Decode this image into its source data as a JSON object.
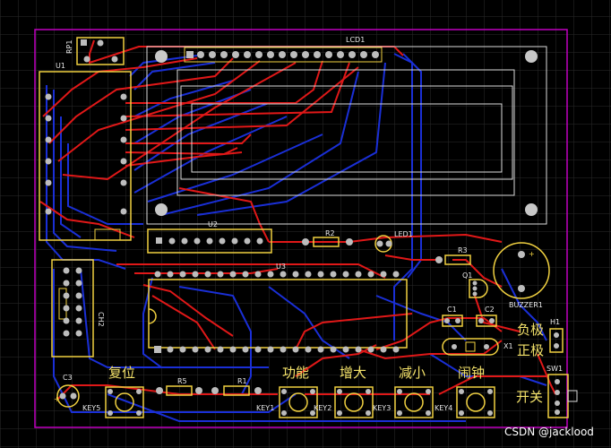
{
  "board": {
    "colors": {
      "background": "#000000",
      "grid": "#2b2b2b",
      "outline": "#c000c0",
      "top_trace": "#e01818",
      "bottom_trace": "#1a2fd6",
      "silkscreen": "#f0d040",
      "pad": "#bdbdbd",
      "lcd_outline": "#dcdcdc"
    },
    "designators": {
      "rp1": "RP1",
      "lcd1": "LCD1",
      "u1": "U1",
      "u2": "U2",
      "u3": "U3",
      "r1": "R1",
      "r2": "R2",
      "r3": "R3",
      "r5": "R5",
      "led1": "LED1",
      "q1": "Q1",
      "buzzer1": "BUZZER1",
      "c1": "C1",
      "c2": "C2",
      "c3": "C3",
      "x1": "X1",
      "h1": "H1",
      "sw1": "SW1",
      "ch2": "CH2",
      "key1": "KEY1",
      "key2": "KEY2",
      "key3": "KEY3",
      "key4": "KEY4",
      "key5": "KEY5"
    },
    "labels_cn": {
      "reset": "复位",
      "function": "功能",
      "increase": "增大",
      "decrease": "减小",
      "alarm": "闹钟",
      "negative": "负极",
      "positive": "正极",
      "switch": "开关"
    },
    "watermark": "CSDN @jacklood"
  }
}
